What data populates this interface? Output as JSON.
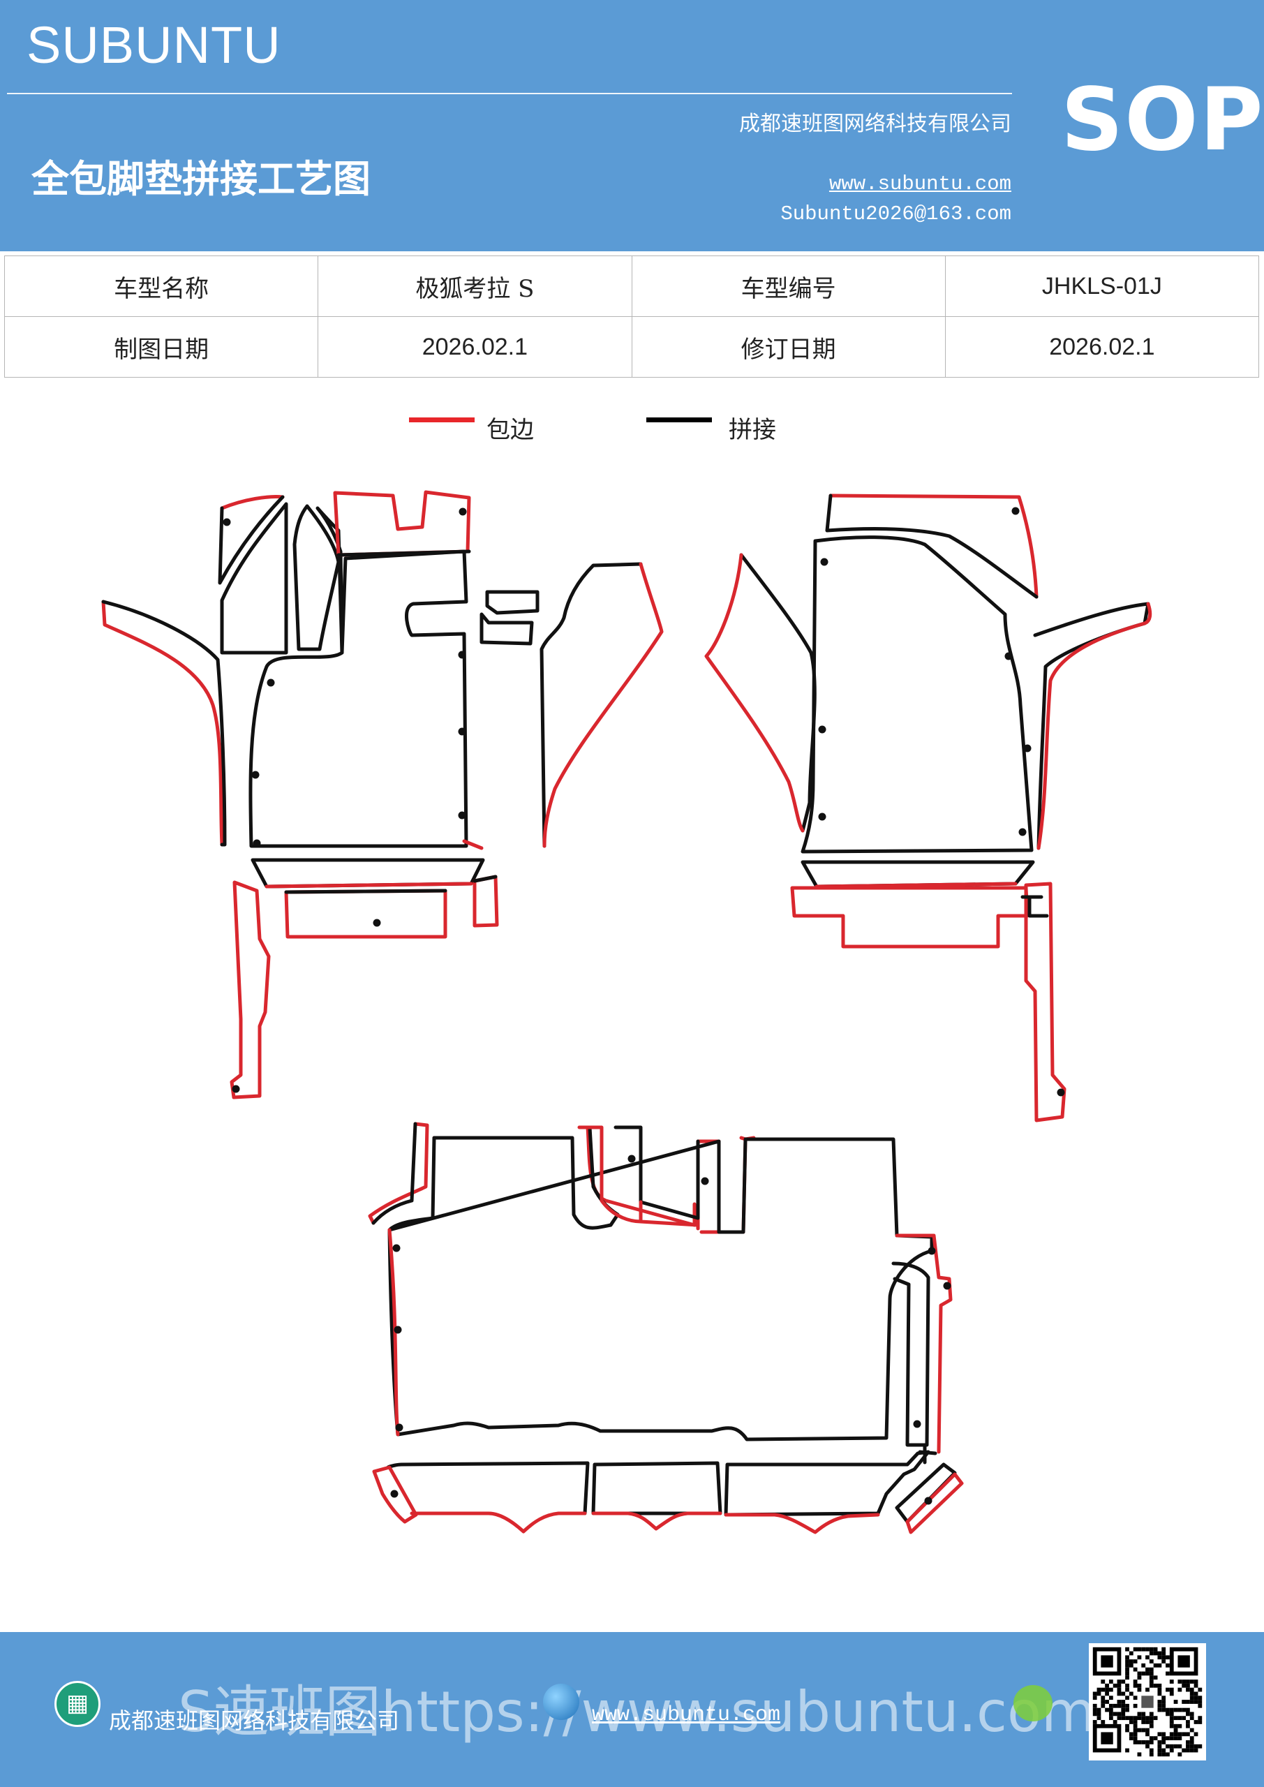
{
  "header": {
    "brand": "SUBUNTU",
    "title": "全包脚垫拼接工艺图",
    "company": "成都速班图网络科技有限公司",
    "website": "www.subuntu.com",
    "email": "Subuntu2026@163.com",
    "badge": "SOP"
  },
  "info_table": {
    "rows": [
      [
        "车型名称",
        "极狐考拉 S",
        "车型编号",
        "JHKLS-01J"
      ],
      [
        "制图日期",
        "2026.02.1",
        "修订日期",
        "2026.02.1"
      ]
    ]
  },
  "legend": {
    "items": [
      {
        "label": "包边",
        "color": "#e8262a"
      },
      {
        "label": "拼接",
        "color": "#000000"
      }
    ]
  },
  "colors": {
    "header_bg": "#5b9bd5",
    "edge_binding": "#d9272e",
    "seam": "#111111"
  },
  "footer": {
    "company": "成都速班图网络科技有限公司",
    "website": "www.subuntu.com",
    "watermark": "S速班图https://www.subuntu.com"
  },
  "icons": {
    "footer_left": "building-icon",
    "footer_middle": "globe-icon",
    "footer_right": "wechat-icon",
    "qr": "qr-code-icon"
  }
}
